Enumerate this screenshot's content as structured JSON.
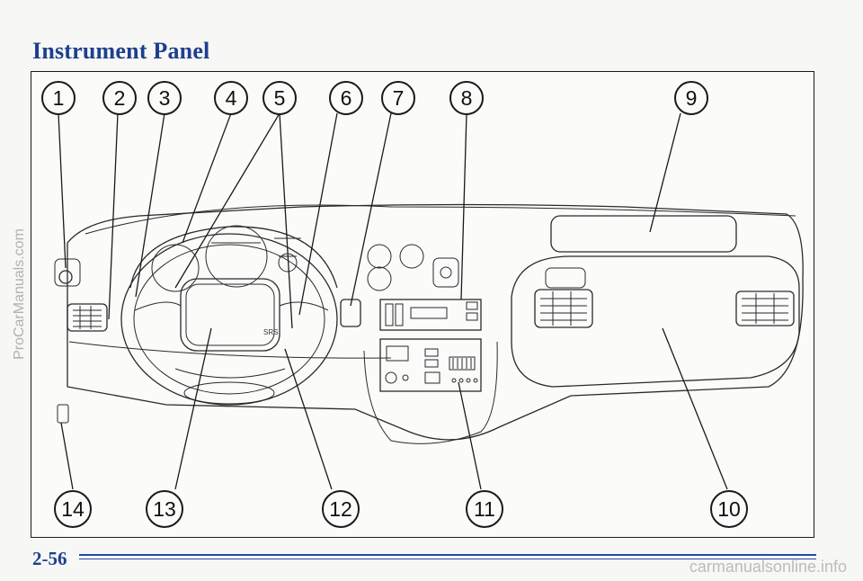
{
  "page": {
    "title": "Instrument Panel",
    "page_number": "2-56"
  },
  "figure": {
    "callouts": [
      "1",
      "2",
      "3",
      "4",
      "5",
      "6",
      "7",
      "8",
      "9",
      "10",
      "11",
      "12",
      "13",
      "14"
    ],
    "airbag_label": "SRS"
  },
  "watermarks": {
    "side": "ProCarManuals.com",
    "bottom": "carmanualsonline.info"
  },
  "colors": {
    "heading_blue": "#1d3f8f",
    "rule_blue": "#2848a8"
  }
}
